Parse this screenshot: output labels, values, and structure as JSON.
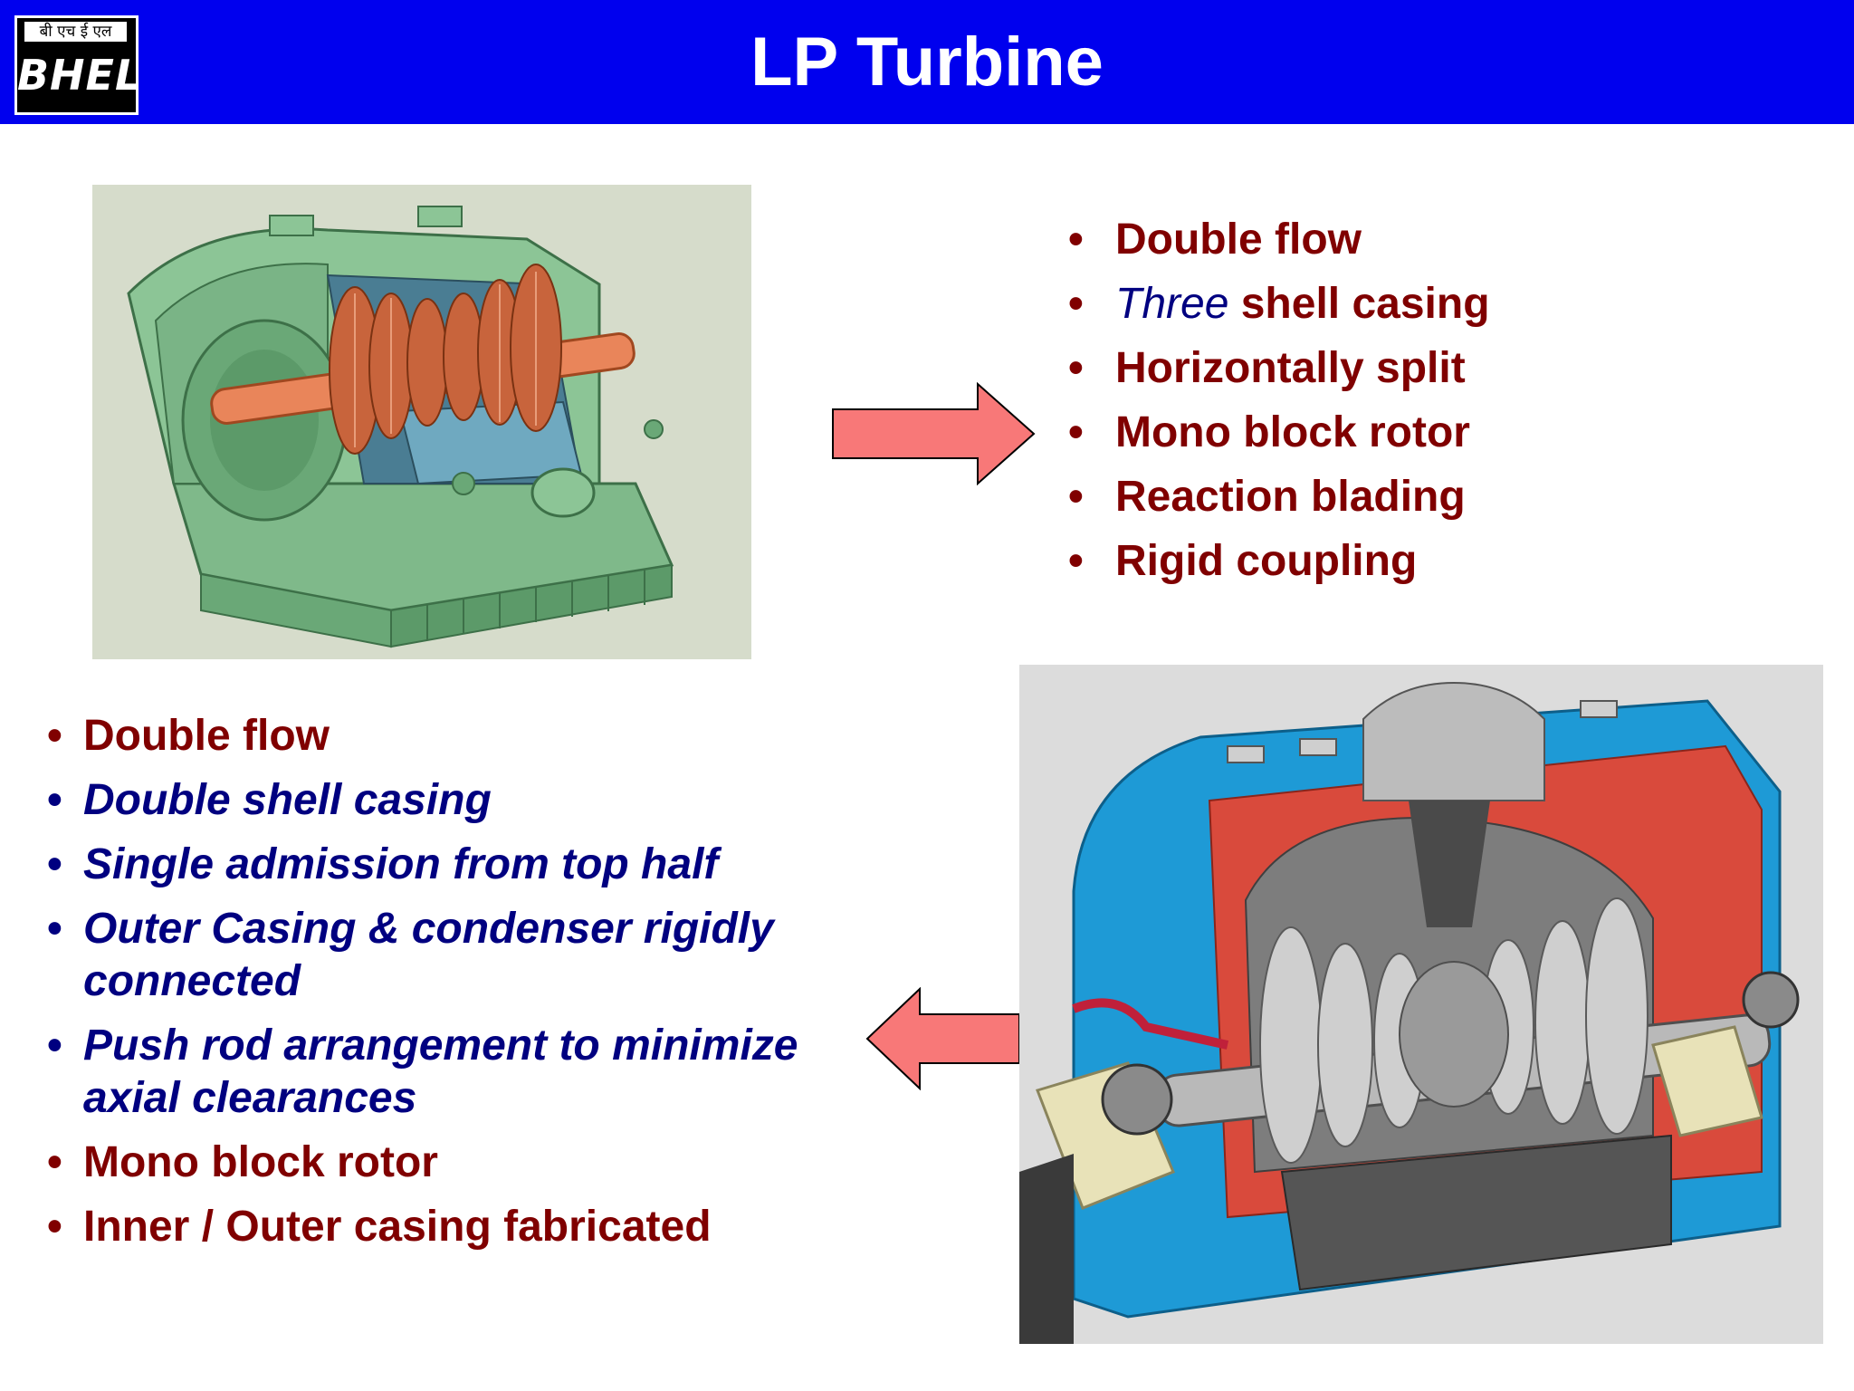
{
  "header": {
    "title": "LP Turbine",
    "logo": {
      "hindi": "बी एच ई एल",
      "latin": "BHEL"
    },
    "color": "#0000ee"
  },
  "right_list": {
    "items": [
      {
        "text": "Double flow"
      },
      {
        "emphasis": "Three",
        "text": " shell casing"
      },
      {
        "text": "Horizontally split"
      },
      {
        "text": "Mono block rotor"
      },
      {
        "text": "Reaction blading"
      },
      {
        "text": "Rigid coupling"
      }
    ]
  },
  "left_list": {
    "items": [
      {
        "text": "Double flow",
        "style": "maroon"
      },
      {
        "text": "Double shell casing",
        "style": "navy"
      },
      {
        "text": "Single admission from top half",
        "style": "navy"
      },
      {
        "text": "Outer Casing & condenser rigidly connected",
        "style": "navy"
      },
      {
        "text": "Push rod arrangement to minimize axial clearances",
        "style": "navy"
      },
      {
        "text": "Mono block rotor",
        "style": "maroon"
      },
      {
        "text": "Inner / Outer casing fabricated",
        "style": "maroon"
      }
    ]
  },
  "colors": {
    "maroon": "#800000",
    "navy": "#000080",
    "arrow_fill": "#f87878",
    "casing_green": "#6fb07a",
    "casing_blue": "#1e9ad6",
    "casing_red": "#d94a3c"
  },
  "icons": {
    "arrow_right": "arrow-right-icon",
    "arrow_left": "arrow-left-icon"
  }
}
